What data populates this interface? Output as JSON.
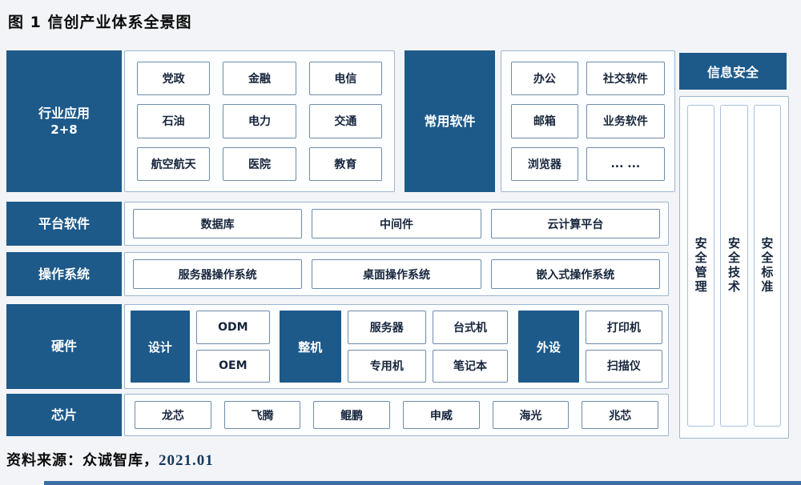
{
  "page": {
    "title": "图 1 信创产业体系全景图",
    "source_label": "资料来源：众诚智库，",
    "source_date": "2021.01"
  },
  "industry": {
    "label_line1": "行业应用",
    "label_line2": "2+8",
    "items": [
      "党政",
      "金融",
      "电信",
      "石油",
      "电力",
      "交通",
      "航空航天",
      "医院",
      "教育"
    ]
  },
  "common_software": {
    "label": "常用软件",
    "items": [
      "办公",
      "社交软件",
      "邮箱",
      "业务软件",
      "浏览器",
      "... ..."
    ]
  },
  "platform_software": {
    "label": "平台软件",
    "items": [
      "数据库",
      "中间件",
      "云计算平台"
    ]
  },
  "os": {
    "label": "操作系统",
    "items": [
      "服务器操作系统",
      "桌面操作系统",
      "嵌入式操作系统"
    ]
  },
  "hardware": {
    "label": "硬件",
    "design": {
      "label": "设计",
      "items": [
        "ODM",
        "OEM"
      ]
    },
    "machine": {
      "label": "整机",
      "items": [
        "服务器",
        "台式机",
        "专用机",
        "笔记本"
      ]
    },
    "peripheral": {
      "label": "外设",
      "items": [
        "打印机",
        "扫描仪"
      ]
    }
  },
  "chips": {
    "label": "芯片",
    "items": [
      "龙芯",
      "飞腾",
      "鲲鹏",
      "申威",
      "海光",
      "兆芯"
    ]
  },
  "security": {
    "header": "信息安全",
    "columns": [
      "安全管理",
      "安全技术",
      "安全标准"
    ]
  },
  "colors": {
    "primary_blue": "#1d5a8a",
    "container_border": "#9db6d2",
    "cell_border": "#6f8cab",
    "text_dark": "#16253c",
    "accent_bar": "#3a6ea5",
    "date_text": "#17365d"
  }
}
